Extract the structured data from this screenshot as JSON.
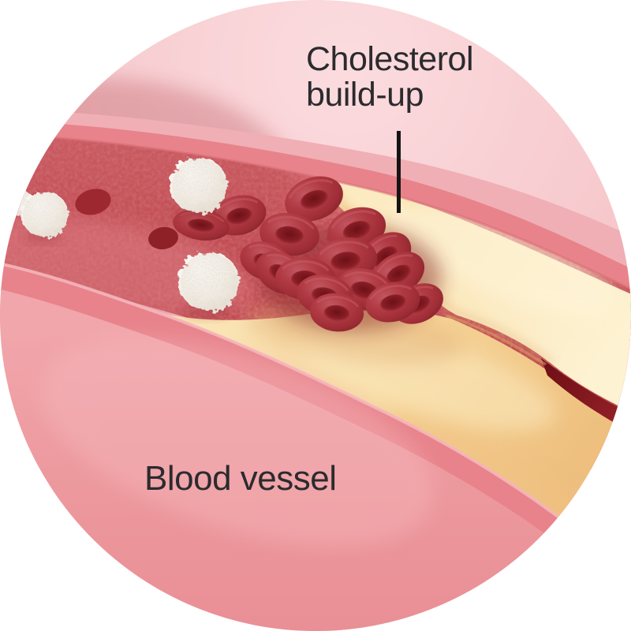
{
  "figure": {
    "alt": "3D medical illustration inside a circle: a blood vessel cut open lengthwise, partly blocked by yellow cholesterol plaque, with red blood cells piling up at the narrowing and white blood cells floating in the vessel",
    "labels": {
      "cholesterol": "Cholesterol build-up",
      "blood_vessel": "Blood vessel"
    },
    "pointer": {
      "target": "cholesterol plaque"
    },
    "colors": {
      "label_text": "#2b2b2e",
      "pointer_line": "#141414",
      "page_bg": "#ffffff",
      "background_pink": "#f6c8cc",
      "vessel_exterior_pink": "#ec989d",
      "vessel_wall_rim": "#e8838b",
      "vessel_interior_red": "#cb575d",
      "plaque_yellow": "#f7dca4",
      "plaque_shadow": "#eebf7e",
      "red_blood_cell": "#a5303a",
      "red_blood_cell_dimple": "#7e1e27",
      "white_blood_cell": "#f4efe9",
      "narrowed_channel": "#7a1117"
    }
  }
}
